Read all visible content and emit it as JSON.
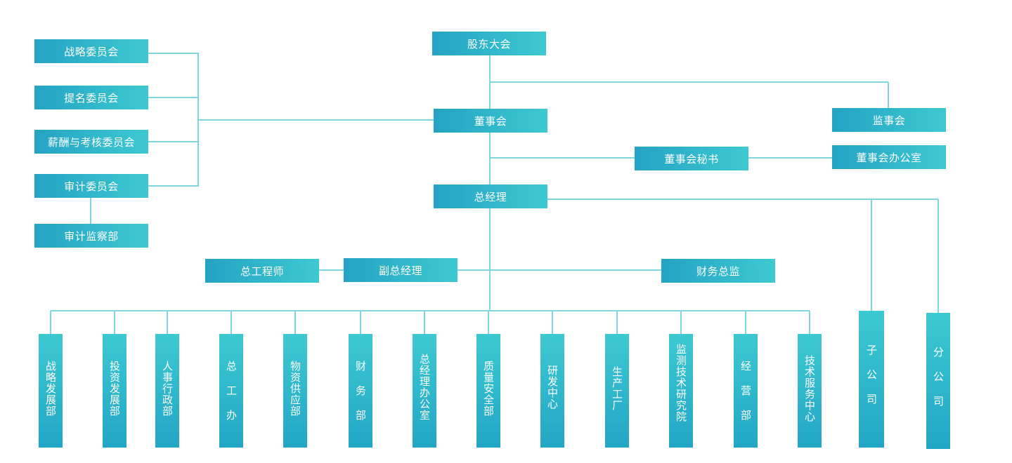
{
  "colors": {
    "line": "#7fd6dd",
    "box_start": "#24a3c4",
    "box_end": "#3dc9d1"
  },
  "nodes": {
    "shareholders": "股东大会",
    "board": "董事会",
    "supervisory_board": "监事会",
    "board_secretary": "董事会秘书",
    "board_office": "董事会办公室",
    "general_manager": "总经理",
    "chief_engineer": "总工程师",
    "deputy_gm": "副总经理",
    "cfo": "财务总监",
    "committees": {
      "strategy": "战略委员会",
      "nomination": "提名委员会",
      "compensation": "薪酬与考核委员会",
      "audit": "审计委员会",
      "audit_dept": "审计监察部"
    },
    "departments": [
      "战略发展部",
      "投资发展部",
      "人事行政部",
      "总 工 办",
      "物资供应部",
      "财 务 部",
      "总经理办公室",
      "质量安全部",
      "研发中心",
      "生产工厂",
      "监测技术研究院",
      "经 营 部",
      "技术服务中心"
    ],
    "subsidiaries": "子 公 司",
    "branches": "分 公 司"
  }
}
